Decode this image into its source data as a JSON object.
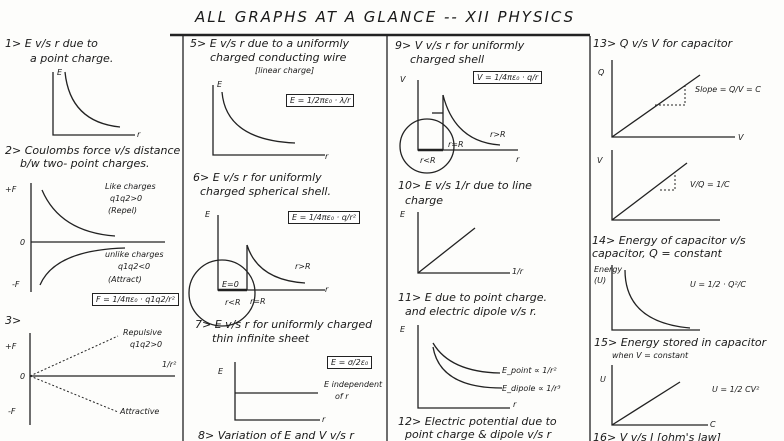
{
  "title": "ALL GRAPHS AT A GLANCE -- XII PHYSICS",
  "s1": {
    "h": [
      "1> E v/s r due to",
      "a point charge."
    ],
    "y": "E",
    "x": "r"
  },
  "s2": {
    "h": [
      "2> Coulombs force v/s distance",
      "b/w two- point charges."
    ],
    "pf": "+F",
    "zero": "0",
    "nf": "-F",
    "like": [
      "Like charges",
      "q1q2>0",
      "(Repel)"
    ],
    "unlike": [
      "unlike charges",
      "q1q2<0",
      "(Attract)"
    ],
    "formula": "F = 1/4πε₀ · q1q2/r²"
  },
  "s3": {
    "h": "3>",
    "pf": "+F",
    "zero": "0",
    "nf": "-F",
    "rep": [
      "Repulsive",
      "q1q2>0"
    ],
    "x": "1/r²",
    "att": "Attractive"
  },
  "s5": {
    "h": [
      "5> E v/s r due to a uniformly",
      "charged conducting wire",
      "[linear charge]"
    ],
    "y": "E",
    "x": "r",
    "formula": "E = 1/2πε₀ · λ/r"
  },
  "s6": {
    "h": [
      "6> E v/s r for uniformly",
      "charged spherical shell."
    ],
    "y": "E",
    "x": "r",
    "formula": "E = 1/4πε₀ · q/r²",
    "e0": "E=0",
    "in": "r<R",
    "on": "r=R",
    "out": "r>R"
  },
  "s7": {
    "h": [
      "7> E v/s r for uniformly charged",
      "thin infinite sheet"
    ],
    "y": "E",
    "x": "r",
    "formula": "E = σ/2ε₀",
    "note": [
      "E independent",
      "of r"
    ]
  },
  "s8": {
    "h": "8> Variation of E and V v/s r"
  },
  "s9": {
    "h": [
      "9> V v/s r for uniformly",
      "charged shell"
    ],
    "y": "V",
    "x": "r",
    "formula": "V = 1/4πε₀ · q/r",
    "in": "r<R",
    "on": "r=R",
    "out": "r>R"
  },
  "s10": {
    "h": [
      "10> E v/s 1/r due to line",
      "charge"
    ],
    "y": "E",
    "x": "1/r"
  },
  "s11": {
    "h": [
      "11> E due to point charge.",
      "and electric dipole v/s r."
    ],
    "y": "E",
    "x": "r",
    "point": "E_point ∝ 1/r²",
    "dipole": "E_dipole ∝ 1/r³"
  },
  "s12": {
    "h": [
      "12> Electric potential due to",
      "point charge & dipole v/s r"
    ]
  },
  "s13": {
    "h": "13> Q v/s V for capacitor",
    "y": "Q",
    "x": "V",
    "slope": "Slope = Q/V = C",
    "y2": "V",
    "slope2": "V/Q = 1/C"
  },
  "s14": {
    "h": [
      "14> Energy of capacitor v/s",
      "capacitor, Q = constant"
    ],
    "y": [
      "Energy",
      "(U)"
    ],
    "formula": "U = 1/2 · Q²/C"
  },
  "s15": {
    "h": [
      "15> Energy stored in capacitor",
      "when V = constant"
    ],
    "y": "U",
    "x": "C",
    "formula": "U = 1/2 CV²"
  },
  "s16": {
    "h": "16> V v/s I [ohm's law]"
  }
}
